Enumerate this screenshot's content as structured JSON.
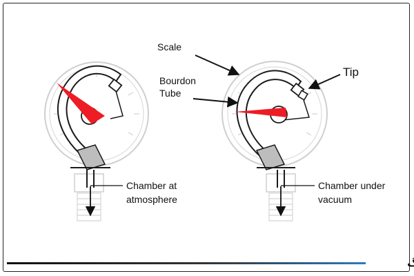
{
  "diagram": {
    "left_gauge": {
      "caption_line1": "Chamber at",
      "caption_line2": "atmosphere"
    },
    "right_gauge": {
      "caption_line1": "Chamber under",
      "caption_line2": "vacuum"
    },
    "labels": {
      "scale": "Scale",
      "bourdon_line1": "Bourdon",
      "bourdon_line2": "Tube",
      "tip": "Tip"
    },
    "colors": {
      "pointer": "#ee1c25",
      "outline": "#1a1a1a",
      "faint": "#c9c9c9",
      "footer_line_start": "#111111",
      "footer_line_end": "#2b7bbf"
    }
  },
  "footer": {
    "brand_text": "پیکاگ"
  }
}
